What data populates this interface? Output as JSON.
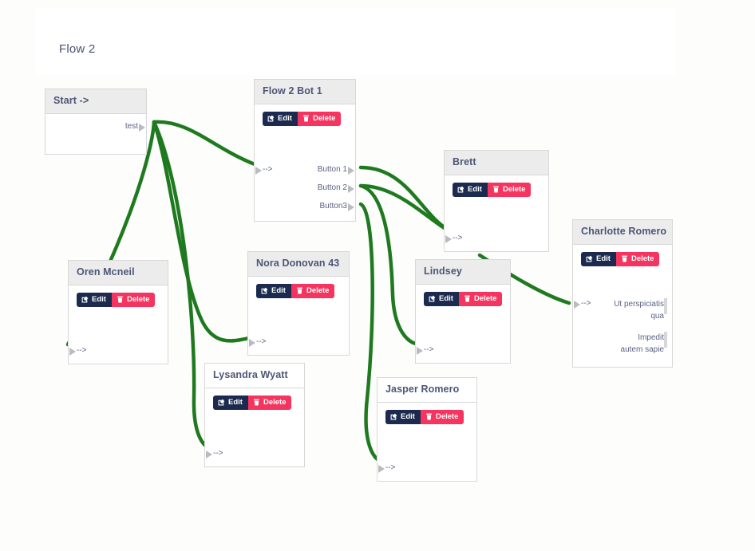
{
  "header": {
    "title": "Flow 2"
  },
  "colors": {
    "edge": "#1f7a1f",
    "edit_bg": "#1b2a4e",
    "delete_bg": "#f5355f",
    "node_header_bg": "#ececec",
    "node_border": "#d8d8d8",
    "title_text": "#4a5270",
    "canvas_bg": "#fdfdfc"
  },
  "buttons": {
    "edit_label": "Edit",
    "delete_label": "Delete"
  },
  "nodes": [
    {
      "id": "start",
      "title": "Start ->",
      "header_style": "gray",
      "has_actions": false,
      "inputs": [],
      "outputs": [
        "test"
      ]
    },
    {
      "id": "flow2bot1",
      "title": "Flow 2 Bot 1",
      "header_style": "gray",
      "has_actions": true,
      "inputs": [
        "-->"
      ],
      "outputs": [
        "Button 1",
        "Button 2",
        "Button3"
      ]
    },
    {
      "id": "brett",
      "title": "Brett",
      "header_style": "gray",
      "has_actions": true,
      "inputs": [
        "-->"
      ],
      "outputs": []
    },
    {
      "id": "charlotte",
      "title": "Charlotte Romero",
      "header_style": "gray",
      "has_actions": true,
      "inputs": [
        "-->"
      ],
      "outputs": [
        "Ut perspiciatis qua",
        "Impedit autem sapie"
      ]
    },
    {
      "id": "oren",
      "title": "Oren Mcneil",
      "header_style": "gray",
      "has_actions": true,
      "inputs": [
        "-->"
      ],
      "outputs": []
    },
    {
      "id": "nora",
      "title": "Nora Donovan 43",
      "header_style": "gray",
      "has_actions": true,
      "inputs": [
        "-->"
      ],
      "outputs": []
    },
    {
      "id": "lindsey",
      "title": "Lindsey",
      "header_style": "gray",
      "has_actions": true,
      "inputs": [
        "-->"
      ],
      "outputs": []
    },
    {
      "id": "lysandra",
      "title": "Lysandra Wyatt",
      "header_style": "plain",
      "has_actions": true,
      "inputs": [
        "-->"
      ],
      "outputs": []
    },
    {
      "id": "jasper",
      "title": "Jasper Romero",
      "header_style": "plain",
      "has_actions": true,
      "inputs": [
        "-->"
      ],
      "outputs": []
    }
  ],
  "edges": [
    {
      "from": "start.test",
      "to": "flow2bot1.in"
    },
    {
      "from": "start.test",
      "to": "oren.in"
    },
    {
      "from": "start.test",
      "to": "nora.in"
    },
    {
      "from": "start.test",
      "to": "lysandra.in"
    },
    {
      "from": "flow2bot1.Button 1",
      "to": "brett.in"
    },
    {
      "from": "flow2bot1.Button 2",
      "to": "brett.in"
    },
    {
      "from": "flow2bot1.Button 2",
      "to": "lindsey.in"
    },
    {
      "from": "flow2bot1.Button3",
      "to": "jasper.in"
    },
    {
      "from": "brett.out",
      "to": "charlotte.in"
    }
  ]
}
